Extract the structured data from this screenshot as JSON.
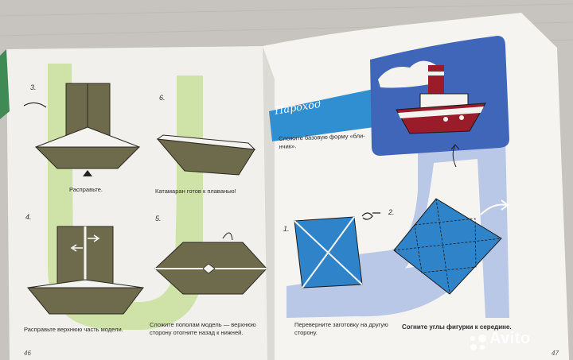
{
  "left_page": {
    "page_number": "46",
    "steps": [
      {
        "number": "3.",
        "caption": "Расправьте."
      },
      {
        "number": "4.",
        "caption": "Расправьте верхнюю часть модели."
      },
      {
        "number": "5.",
        "caption": "Сложите пополам модель — верхнюю\nсторону отогните назад к нижней."
      },
      {
        "number": "6.",
        "caption": "Катамаран готов к плаванью!"
      }
    ]
  },
  "right_page": {
    "page_number": "47",
    "title": "Пароход",
    "intro": "Сложите базовую форму «бли-\nнчик».",
    "steps": [
      {
        "number": "1.",
        "caption": "Переверните заготовку на другую\nсторону."
      },
      {
        "number": "2.",
        "caption": "Согните углы фигурки к середине."
      }
    ]
  },
  "watermark": "Avito",
  "colors": {
    "paper": "#f4f3ef",
    "green_path": "#cfe3a8",
    "blue_path": "#b9c8e6",
    "title_band": "#2f8fd0",
    "model_olive": "#6e6a4c",
    "square_blue": "#2e83c9",
    "illustration_bg": "#3f66b8"
  }
}
